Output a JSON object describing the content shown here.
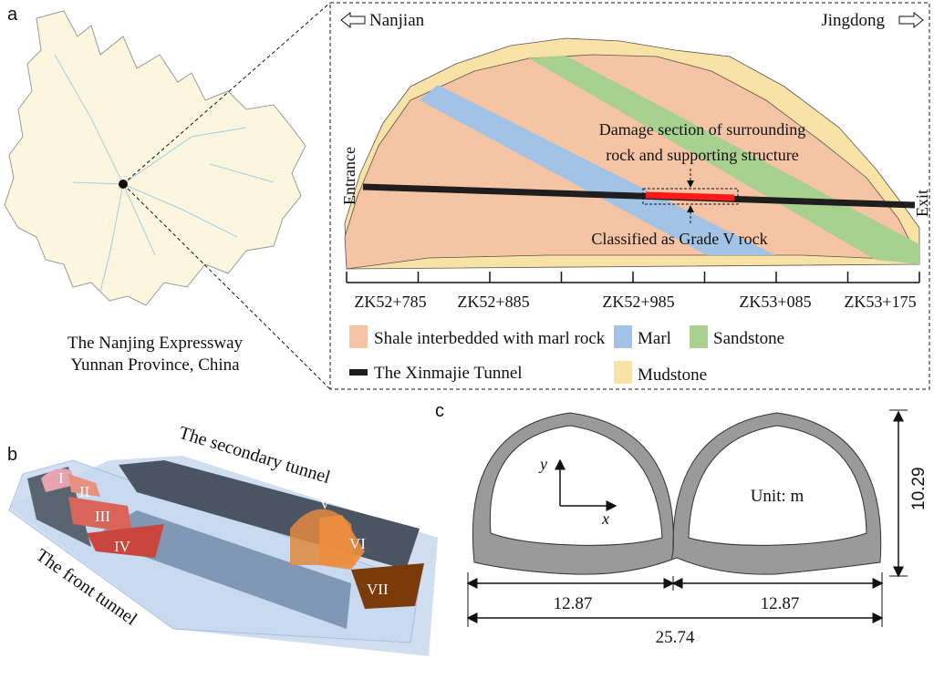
{
  "panel_a": {
    "label": "a",
    "map_caption_line1": "The Nanjing Expressway",
    "map_caption_line2": "Yunnan Province, China",
    "direction_left": "Nanjian",
    "direction_right": "Jingdong",
    "entrance": "Entrance",
    "exit": "Exit",
    "damage_note_line1": "Damage section of surrounding",
    "damage_note_line2": "rock and supporting structure",
    "grade_note": "Classified as Grade V rock",
    "stations": [
      "ZK52+785",
      "ZK52+885",
      "ZK52+985",
      "ZK53+085",
      "ZK53+175"
    ],
    "legend": {
      "shale": "Shale interbedded with marl rock",
      "marl": "Marl",
      "sandstone": "Sandstone",
      "tunnel": "The Xinmajie Tunnel",
      "mudstone": "Mudstone"
    },
    "colors": {
      "shale": "#f5c4a4",
      "marl": "#a3c3e6",
      "sandstone": "#a8d08f",
      "mudstone": "#f9e2a6",
      "tunnel": "#1e1e1e",
      "damage": "#ff1a1a"
    }
  },
  "panel_b": {
    "label": "b",
    "secondary_tunnel": "The secondary tunnel",
    "front_tunnel": "The front tunnel",
    "sections": [
      "I",
      "II",
      "III",
      "IV",
      "V",
      "VI",
      "VII"
    ]
  },
  "panel_c": {
    "label": "c",
    "unit": "Unit: m",
    "axis_x": "x",
    "axis_y": "y",
    "width_left": "12.87",
    "width_right": "12.87",
    "width_total": "25.74",
    "height": "10.29"
  }
}
